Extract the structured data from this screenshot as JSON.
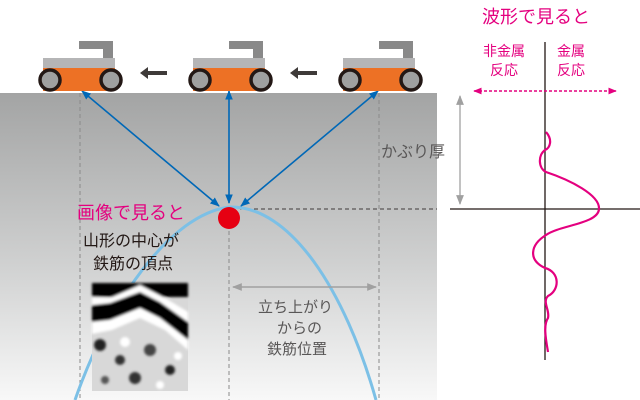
{
  "colors": {
    "accent_pink": "#e4007f",
    "rebar_red": "#e60012",
    "wave_blue": "#6bb6e0",
    "ray_blue": "#0068b7",
    "scanner_orange": "#ed7125",
    "concrete_top": "#a3a4a4",
    "concrete_bottom": "#f7f7f7"
  },
  "scanner": {
    "direction_icon": "arrow-left-icon",
    "positions": [
      "left",
      "center",
      "right"
    ]
  },
  "labels": {
    "image_view_title": "画像で見ると",
    "image_view_desc_line1": "山形の中心が",
    "image_view_desc_line2": "鉄筋の頂点",
    "rise_desc_line1": "立ち上がり",
    "rise_desc_line2": "からの",
    "rise_desc_line3": "鉄筋位置",
    "cover_thickness": "かぶり厚",
    "waveform_title": "波形で見ると",
    "non_metal_line1": "非金属",
    "non_metal_line2": "反応",
    "metal_line1": "金属",
    "metal_line2": "反応"
  }
}
